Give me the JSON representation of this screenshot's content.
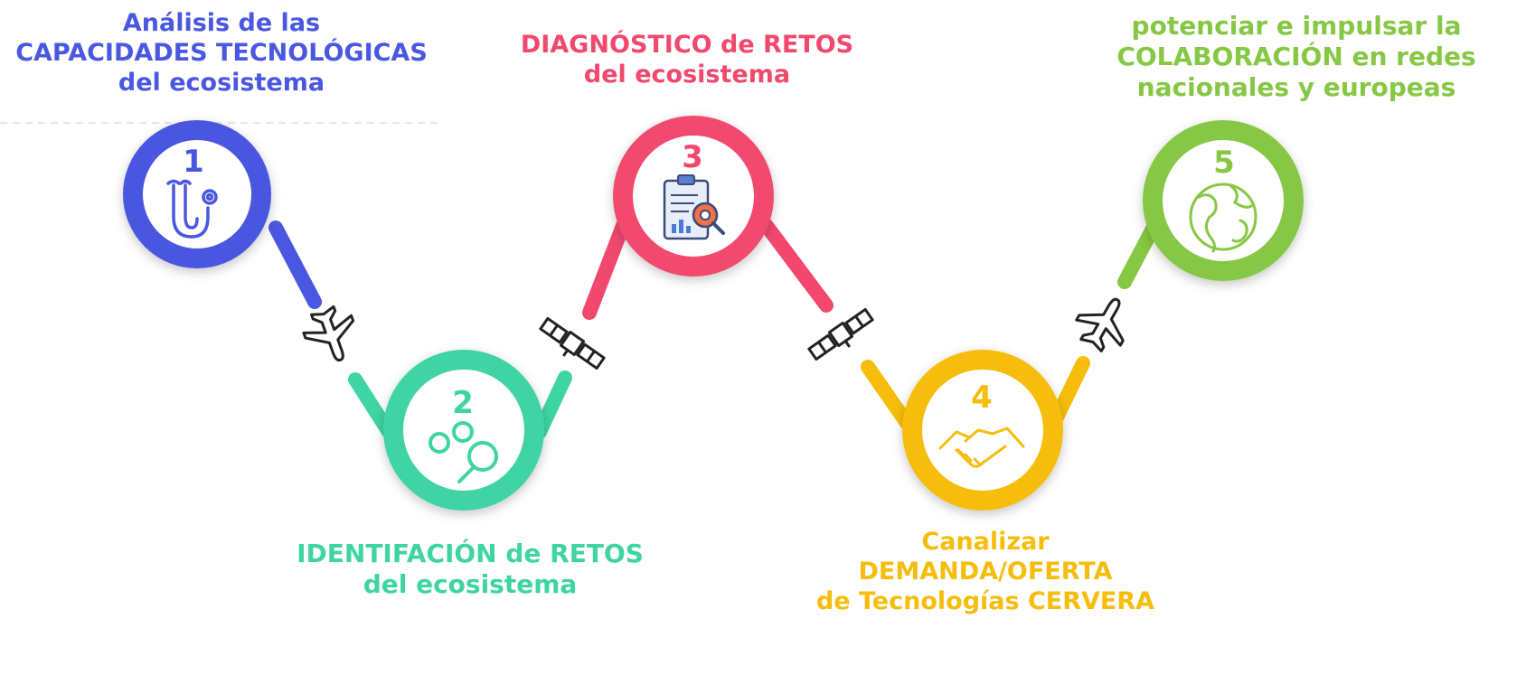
{
  "steps": [
    {
      "number": "1",
      "color": "#4a57e0",
      "icon": "stethoscope-icon",
      "label_lines": [
        "Análisis de las",
        "CAPACIDADES TECNOLÓGICAS",
        "del ecosistema"
      ]
    },
    {
      "number": "2",
      "color": "#3fd4a4",
      "icon": "search-people-icon",
      "label_lines": [
        "IDENTIFACIÓN de RETOS",
        "del ecosistema"
      ]
    },
    {
      "number": "3",
      "color": "#f2486e",
      "icon": "clipboard-analysis-icon",
      "label_lines": [
        "DIAGNÓSTICO de RETOS",
        "del ecosistema"
      ]
    },
    {
      "number": "4",
      "color": "#f6bd0c",
      "icon": "handshake-icon",
      "label_lines": [
        "Canalizar",
        "DEMANDA/OFERTA",
        "de Tecnologías CERVERA"
      ]
    },
    {
      "number": "5",
      "color": "#86c844",
      "icon": "globe-icon",
      "label_lines": [
        "potenciar e impulsar la",
        "COLABORACIÓN en redes",
        "nacionales y europeas"
      ]
    }
  ],
  "connectors": [
    {
      "icon": "airplane-icon"
    },
    {
      "icon": "satellite-icon"
    },
    {
      "icon": "satellite-icon"
    },
    {
      "icon": "airplane-icon"
    }
  ]
}
